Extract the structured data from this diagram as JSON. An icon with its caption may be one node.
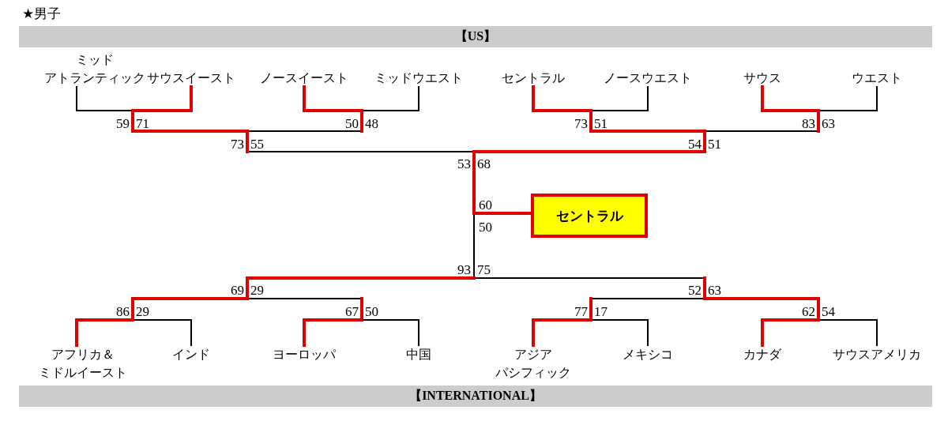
{
  "diagram": {
    "title": "★男子",
    "nodes": [
      {
        "text": [
          "【US】"
        ]
      },
      {
        "text": [
          "ミッドアトランティック"
        ]
      },
      {
        "text": [
          "サウスイースト"
        ]
      },
      {
        "text": [
          "ノースイースト"
        ]
      },
      {
        "text": [
          "ミッドウエスト"
        ]
      },
      {
        "text": [
          "セントラル"
        ]
      },
      {
        "text": [
          "ノースウエスト"
        ]
      },
      {
        "text": [
          "サウス"
        ]
      },
      {
        "text": [
          "ウエスト"
        ]
      },
      {
        "text": [
          "セントラル"
        ]
      },
      {
        "text": [
          "アフリカ＆ミドルイースト"
        ]
      },
      {
        "text": [
          "インド"
        ]
      },
      {
        "text": [
          "ヨーロッパ"
        ]
      },
      {
        "text": [
          "中国"
        ]
      },
      {
        "text": [
          "アジアパシフィック"
        ]
      },
      {
        "text": [
          "メキシコ"
        ]
      },
      {
        "text": [
          "カナダ"
        ]
      },
      {
        "text": [
          "サウスアメリカ"
        ]
      },
      {
        "text": [
          "【INTERNATIONAL】"
        ]
      }
    ],
    "edges": [
      {
        "from": 5,
        "to": 9,
        "arrow": "none",
        "style": "thick",
        "color": "#e00000"
      },
      {
        "from": 1,
        "to": 9,
        "arrow": "none",
        "color": "#000000"
      },
      {
        "from": 2,
        "to": 9,
        "arrow": "none",
        "color": "#000000"
      },
      {
        "from": 3,
        "to": 9,
        "arrow": "none",
        "color": "#000000"
      },
      {
        "from": 4,
        "to": 9,
        "arrow": "none",
        "color": "#000000"
      },
      {
        "from": 6,
        "to": 9,
        "arrow": "none",
        "style": "thick",
        "color": "#e00000"
      },
      {
        "from": 7,
        "to": 9,
        "arrow": "none",
        "style": "thick",
        "color": "#e00000"
      },
      {
        "from": 8,
        "to": 9,
        "arrow": "none",
        "style": "thick",
        "color": "#e00000"
      },
      {
        "from": 10,
        "to": 9,
        "arrow": "none",
        "style": "thick",
        "color": "#e00000"
      },
      {
        "from": 11,
        "to": 9,
        "arrow": "none",
        "style": "thick",
        "color": "#e00000"
      },
      {
        "from": 12,
        "to": 9,
        "arrow": "none",
        "style": "thick",
        "color": "#e00000"
      },
      {
        "from": 13,
        "to": 9,
        "arrow": "none",
        "style": "thick",
        "color": "#e00000"
      },
      {
        "from": 14,
        "to": 9,
        "arrow": "none",
        "color": "#000000"
      },
      {
        "from": 15,
        "to": 9,
        "arrow": "none",
        "color": "#000000"
      },
      {
        "from": 16,
        "to": 9,
        "arrow": "none",
        "color": "#000000"
      },
      {
        "from": 17,
        "to": 9,
        "arrow": "none",
        "color": "#000000"
      }
    ],
    "labels": [
      "59",
      "71",
      "50",
      "48",
      "73",
      "51",
      "83",
      "63",
      "73",
      "55",
      "54",
      "51",
      "53",
      "68",
      "60",
      "50",
      "93",
      "75",
      "69",
      "29",
      "52",
      "63",
      "86",
      "29",
      "67",
      "50",
      "77",
      "17",
      "62",
      "54"
    ]
  }
}
